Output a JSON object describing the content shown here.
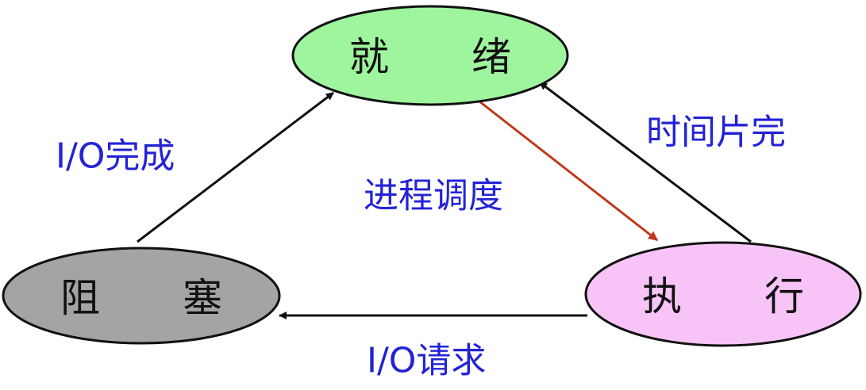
{
  "nodes": {
    "ready": {
      "label": "就 绪",
      "color": "#9ef59e"
    },
    "blocked": {
      "label": "阻 塞",
      "color": "#a4a4a4"
    },
    "running": {
      "label": "执 行",
      "color": "#f8c4f8"
    }
  },
  "edges": {
    "io_complete": {
      "label": "I/O完成",
      "color": "#111111"
    },
    "dispatch": {
      "label": "进程调度",
      "color": "#c0391b"
    },
    "timeout": {
      "label": "时间片完",
      "color": "#111111"
    },
    "io_request": {
      "label": "I/O请求",
      "color": "#111111"
    }
  },
  "label_color": "#2323d6"
}
